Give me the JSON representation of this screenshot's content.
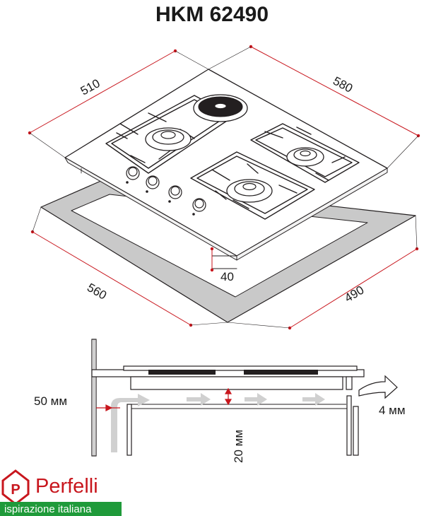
{
  "title": "HKM 62490",
  "dimensions": {
    "hob_depth": "510",
    "hob_width": "580",
    "cutout_depth": "490",
    "cutout_width": "560",
    "height": "40",
    "front_clearance": "50 мм",
    "bottom_clearance": "20 мм",
    "side_gap": "4 мм"
  },
  "brand": {
    "name": "Perfelli",
    "tagline": "ispirazione italiana",
    "logo_letter": "P"
  },
  "colors": {
    "dimension_line": "#c8161d",
    "brand_red": "#c8161d",
    "brand_green": "#1f9a3a",
    "airflow_arrow": "#d0d0d0",
    "outline": "#231f20"
  }
}
